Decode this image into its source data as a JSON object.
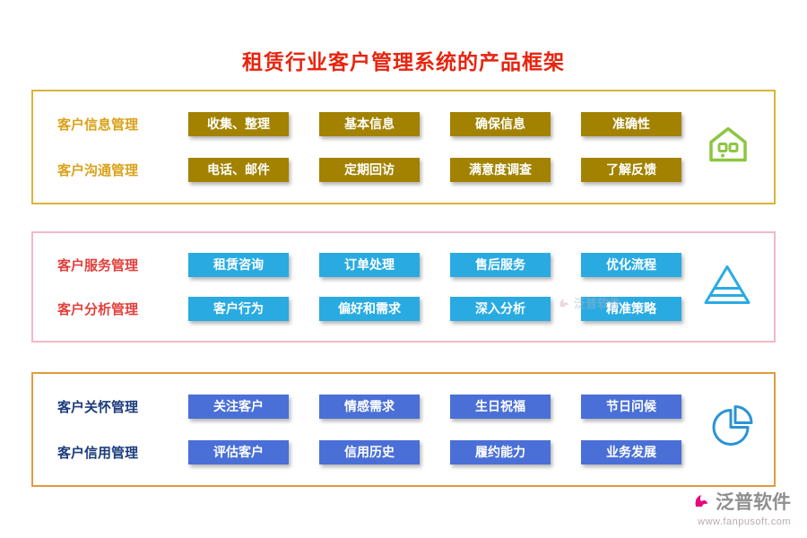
{
  "title": "租赁行业客户管理系统的产品框架",
  "sections": [
    {
      "icon": "house-icon",
      "label_color": "#d9a21b",
      "node_color": "#a28200",
      "border_color": "#d9b43a",
      "rows": [
        {
          "label": "客户信息管理",
          "items": [
            "收集、整理",
            "基本信息",
            "确保信息",
            "准确性"
          ]
        },
        {
          "label": "客户沟通管理",
          "items": [
            "电话、邮件",
            "定期回访",
            "满意度调查",
            "了解反馈"
          ]
        }
      ]
    },
    {
      "icon": "pyramid-chart-icon",
      "label_color": "#e2403c",
      "node_color": "#29abe2",
      "border_color": "#f3b9c6",
      "rows": [
        {
          "label": "客户服务管理",
          "items": [
            "租赁咨询",
            "订单处理",
            "售后服务",
            "优化流程"
          ]
        },
        {
          "label": "客户分析管理",
          "items": [
            "客户行为",
            "偏好和需求",
            "深入分析",
            "精准策略"
          ]
        }
      ]
    },
    {
      "icon": "pie-chart-icon",
      "label_color": "#1d3c7c",
      "node_color": "#4a6fd6",
      "border_color": "#df9b40",
      "rows": [
        {
          "label": "客户关怀管理",
          "items": [
            "关注客户",
            "情感需求",
            "生日祝福",
            "节日问候"
          ]
        },
        {
          "label": "客户信用管理",
          "items": [
            "评估客户",
            "信用历史",
            "履约能力",
            "业务发展"
          ]
        }
      ]
    }
  ],
  "watermark": "泛普软件",
  "footer": {
    "brand": "泛普软件",
    "url": "www.fanpusoft.com"
  },
  "colors": {
    "title": "#e8240f",
    "icon_green": "#8dc63f",
    "icon_blue": "#29abe2",
    "brand_pink": "#e5097f"
  }
}
